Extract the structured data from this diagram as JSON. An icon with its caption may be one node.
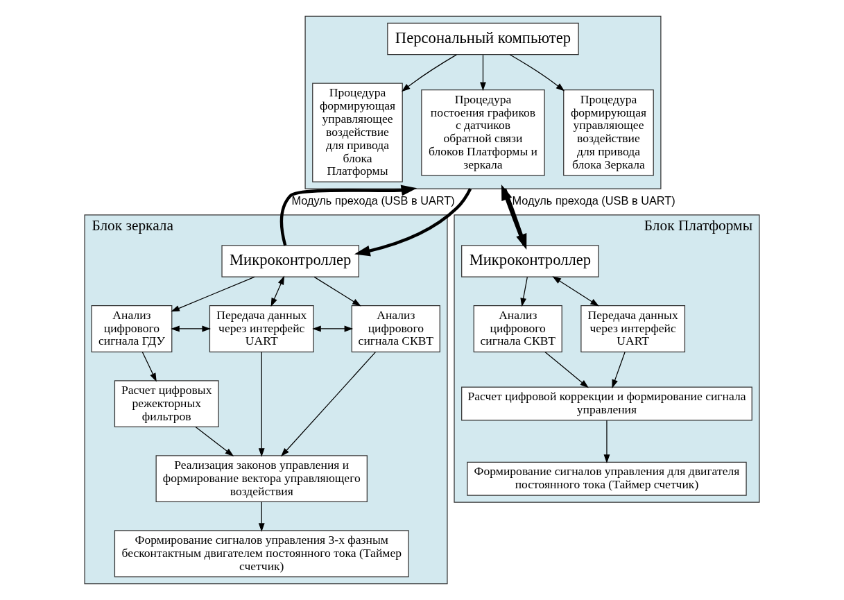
{
  "diagram": {
    "nodes": [
      {
        "text": [],
        "shape": "box"
      },
      {
        "text": [
          "Персональный компьютер"
        ],
        "in": 0
      },
      {
        "text": [
          "Процедура формирующая управляющее воздействие  для привода блока Платформы"
        ],
        "in": 0
      },
      {
        "text": [
          "Процедура постоения графиков с датчиков обратной связи блоков Платформы и зеркала"
        ],
        "in": 0
      },
      {
        "text": [
          "Процедура формирующая управляющее воздействие  для привода блока Зеркала"
        ],
        "in": 0
      },
      {
        "text": [
          "Блок зеркала"
        ]
      },
      {
        "text": [
          "Микроконтроллер"
        ],
        "in": 5
      },
      {
        "text": [
          "Анализ цифрового сигнала ГДУ"
        ],
        "in": 5
      },
      {
        "text": [
          "Передача данных через интерфейс UART"
        ],
        "in": 5
      },
      {
        "text": [
          "Анализ цифрового сигнала СКВТ"
        ],
        "in": 5
      },
      {
        "text": [
          "Расчет цифровых режекторных фильтров"
        ],
        "in": 5
      },
      {
        "text": [
          "Реализация законов управления и формирование вектора управляющего воздействия"
        ],
        "in": 5
      },
      {
        "text": [
          "Формирование сигналов управления 3-х фазным бесконтактным двигателем постоянного тока (Таймер счетчик)"
        ],
        "in": 5
      },
      {
        "text": [
          "Блок Платформы"
        ]
      },
      {
        "text": [
          "Микроконтроллер"
        ],
        "in": 13
      },
      {
        "text": [
          "Анализ цифрового сигнала СКВТ"
        ],
        "in": 13
      },
      {
        "text": [
          "Передача данных через интерфейс UART"
        ],
        "in": 13
      },
      {
        "text": [
          "Расчет цифровой коррекции и формирование сигнала управления"
        ],
        "in": 13
      },
      {
        "text": [
          "Формирование сигналов управления для двигателя постоянного тока (Таймер счетчик)"
        ],
        "in": 13
      }
    ],
    "edges": [
      {
        "from": 1,
        "to": 2,
        "arrow": "to"
      },
      {
        "from": 1,
        "to": 3,
        "arrow": "to"
      },
      {
        "from": 1,
        "to": 4,
        "arrow": "to"
      },
      {
        "from": 6,
        "to": 0,
        "arrow": "to",
        "style": "thick",
        "label": "Модуль прехода (USB в UART)"
      },
      {
        "from": 0,
        "to": 6,
        "arrow": "to",
        "style": "thick"
      },
      {
        "from": 14,
        "to": 0,
        "arrow": "to",
        "style": "thick"
      },
      {
        "from": 0,
        "to": 14,
        "arrow": "to",
        "style": "thick",
        "label": "Модуль прехода (USB в UART)"
      },
      {
        "from": 6,
        "to": 7,
        "arrow": "to"
      },
      {
        "from": 6,
        "to": 8,
        "arrow": "both"
      },
      {
        "from": 6,
        "to": 9,
        "arrow": "to"
      },
      {
        "from": 8,
        "to": 7,
        "arrow": "both"
      },
      {
        "from": 8,
        "to": 9,
        "arrow": "both"
      },
      {
        "from": 7,
        "to": 10,
        "arrow": "to"
      },
      {
        "from": 8,
        "to": 11,
        "arrow": "to"
      },
      {
        "from": 9,
        "to": 11,
        "arrow": "to"
      },
      {
        "from": 10,
        "to": 11,
        "arrow": "to"
      },
      {
        "from": 11,
        "to": 12,
        "arrow": "to"
      },
      {
        "from": 14,
        "to": 15,
        "arrow": "to"
      },
      {
        "from": 14,
        "to": 16,
        "arrow": "both"
      },
      {
        "from": 15,
        "to": 17,
        "arrow": "to"
      },
      {
        "from": 16,
        "to": 17,
        "arrow": "to"
      },
      {
        "from": 17,
        "to": 18,
        "arrow": "to"
      }
    ]
  }
}
